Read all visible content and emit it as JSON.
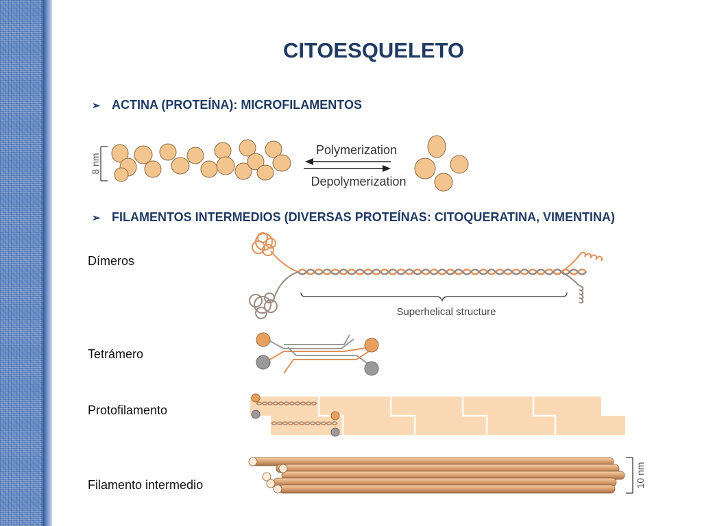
{
  "slide": {
    "title": "CITOESQUELETO",
    "bullets": [
      {
        "arrow": "➢",
        "text": "ACTINA (PROTEÍNA): MICROFILAMENTOS"
      },
      {
        "arrow": "➢",
        "text": "FILAMENTOS INTERMEDIOS (DIVERSAS PROTEÍNAS: CITOQUERATINA, VIMENTINA)"
      }
    ],
    "actin_figure": {
      "scale_label": "8 nm",
      "top_arrow_label": "Polymerization",
      "bottom_arrow_label": "Depolymerization"
    },
    "stages": [
      {
        "label": "Dímeros"
      },
      {
        "label": "Tetrámero"
      },
      {
        "label": "Protofilamento"
      },
      {
        "label": "Filamento intermedio"
      }
    ],
    "dimer_figure": {
      "bracket_label": "Superhelical structure"
    },
    "filament_figure": {
      "scale_label": "10 nm"
    },
    "colors": {
      "orange": "#e0915a",
      "gray": "#9a9a9a",
      "peach": "#fbd9b5",
      "title": "#1f3a63"
    }
  }
}
